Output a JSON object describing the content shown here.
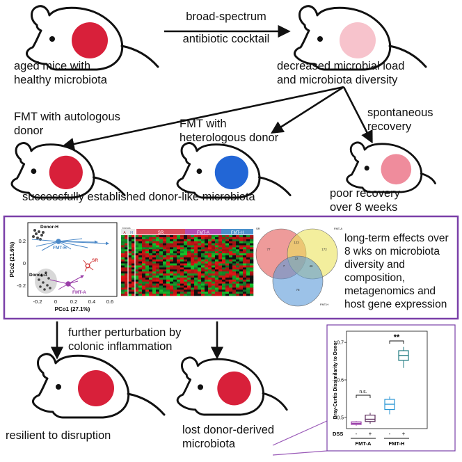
{
  "colors": {
    "healthy_red": "#d8203a",
    "depleted_pink": "#f7c3cc",
    "heterologous_blue": "#2266d6",
    "recovery_pink": "#ef8c9c",
    "panel_border": "#7a3fa8",
    "fmt_h_blue": "#4a88c8",
    "sr_red": "#d23a3a",
    "fmt_a_purple": "#9a3ea8",
    "teal": "#1f8ea0"
  },
  "labels": {
    "start_mice": [
      "aged mice with",
      "healthy microbiota"
    ],
    "treatment": [
      "broad-spectrum",
      "antibiotic cocktail"
    ],
    "depleted_mice": [
      "decreased microbial load",
      "and microbiota diversity"
    ],
    "fmt_auto": [
      "FMT with autologous",
      "donor"
    ],
    "fmt_hetero": [
      "FMT with",
      "heterologous donor"
    ],
    "spontaneous": [
      "spontaneous",
      "recovery"
    ],
    "established": "successfully established donor-like microbiota",
    "poor_recovery": [
      "poor recovery",
      "over 8 weeks"
    ],
    "panel_text": [
      "long-term effects over",
      "8 wks on microbiota",
      "diversity and",
      "composition,",
      "metagenomics and",
      "host gene expression"
    ],
    "perturbation": [
      "further perturbation by",
      "colonic inflammation"
    ],
    "resilient": "resilient to disruption",
    "lost": [
      "lost donor-derived",
      "microbiota"
    ]
  },
  "pcoa": {
    "xlabel": "PCo1 (27.1%)",
    "ylabel": "PCo2 (21.6%)",
    "x_ticks": [
      "-0.2",
      "0",
      "0.2",
      "0.4",
      "0.6"
    ],
    "y_ticks": [
      "0.2",
      "0",
      "-0.2"
    ],
    "groups": [
      "Donor-H",
      "FMT-H",
      "Donor-A",
      "SR",
      "FMT-A"
    ]
  },
  "heatmap": {
    "header": [
      "A",
      "H",
      "SR",
      "FMT-A",
      "FMT-H"
    ],
    "header_small": "Donors"
  },
  "venn": {
    "sets": [
      "SR",
      "FMT-A",
      "FMT-H"
    ],
    "values": [
      "77",
      "123",
      "172",
      "7",
      "22",
      "46",
      "78"
    ]
  },
  "chart_data": {
    "type": "box",
    "ylabel": "Bray-Curtis Dissimilarity to Donor",
    "y_ticks": [
      "0.7",
      "0.6",
      "0.5"
    ],
    "ylim": [
      0.47,
      0.73
    ],
    "dss_label": "DSS",
    "dss_values": [
      "-",
      "+",
      "-",
      "+"
    ],
    "groups": [
      "FMT-A",
      "FMT-H"
    ],
    "significance": [
      "n.s.",
      "**"
    ],
    "boxes": [
      {
        "group": "FMT-A",
        "dss": "-",
        "min": 0.478,
        "q1": 0.481,
        "median": 0.484,
        "q3": 0.488,
        "max": 0.49,
        "color": "#9a3ea8"
      },
      {
        "group": "FMT-A",
        "dss": "+",
        "min": 0.483,
        "q1": 0.489,
        "median": 0.495,
        "q3": 0.506,
        "max": 0.512,
        "color": "#5a2a5a"
      },
      {
        "group": "FMT-H",
        "dss": "-",
        "min": 0.508,
        "q1": 0.521,
        "median": 0.535,
        "q3": 0.548,
        "max": 0.556,
        "color": "#2a96d4"
      },
      {
        "group": "FMT-H",
        "dss": "+",
        "min": 0.632,
        "q1": 0.652,
        "median": 0.665,
        "q3": 0.678,
        "max": 0.688,
        "color": "#1f7a80"
      }
    ]
  }
}
